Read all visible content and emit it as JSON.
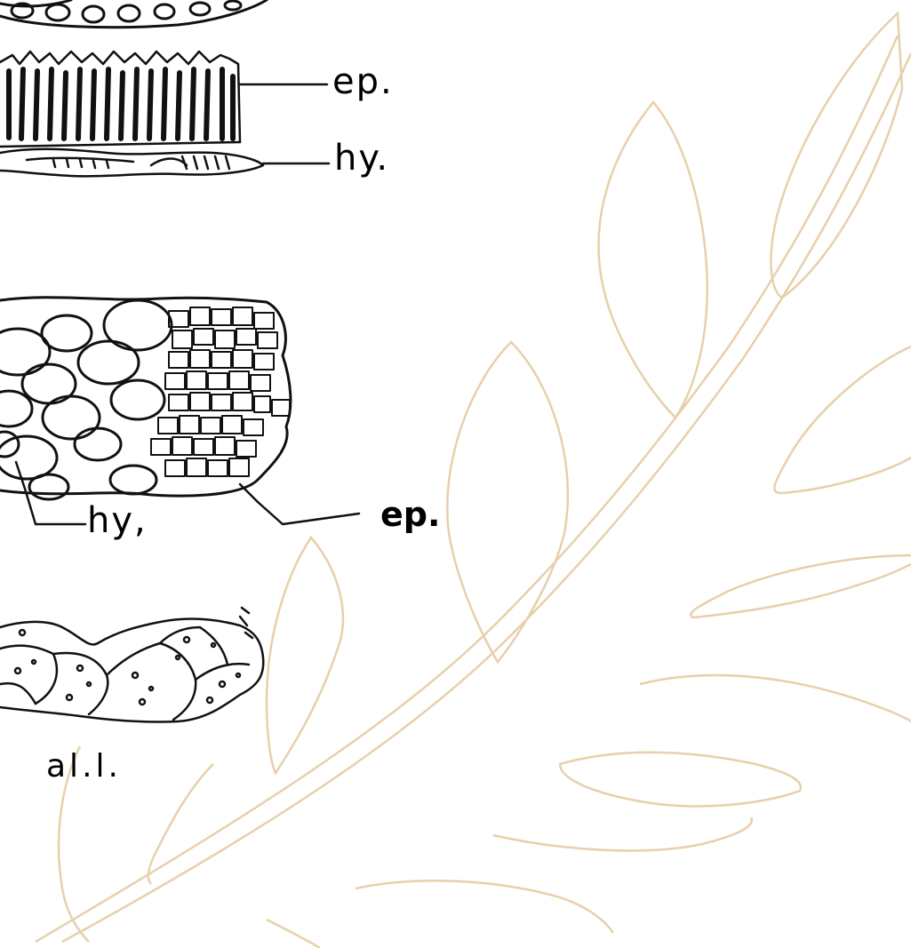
{
  "figure": {
    "labels": {
      "top_epidermis": "ep.",
      "top_hypodermis": "hy.",
      "mid_hypodermis": "hy,",
      "mid_epidermis": "ep.",
      "aleurone_layer": "al.l."
    }
  },
  "background": {
    "motif": "leafy-branch-watermark",
    "stroke_color": "#e7d0ab",
    "ink_color": "#111111"
  }
}
